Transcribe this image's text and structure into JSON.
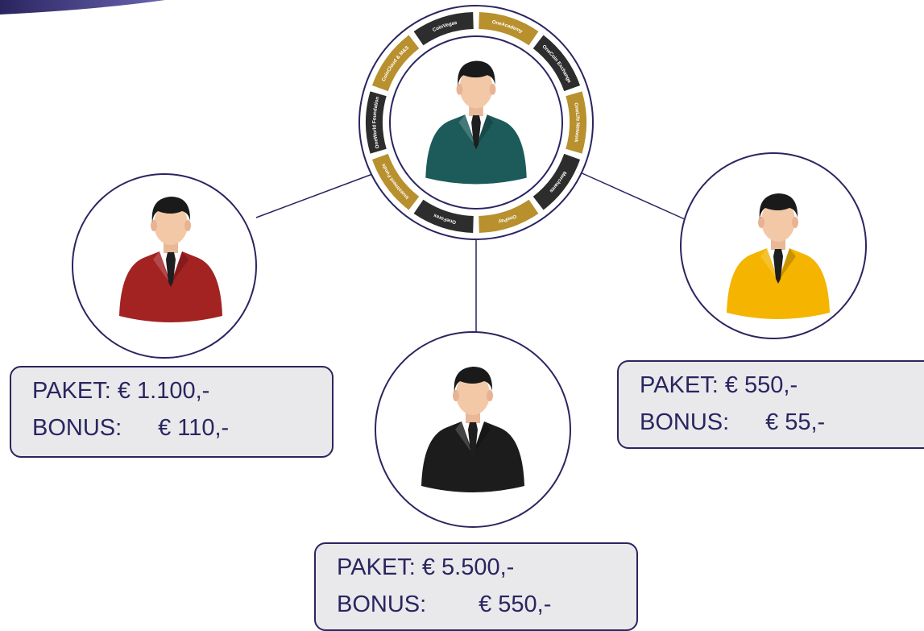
{
  "ring_segments": [
    "CoinVegas",
    "OneAcademy",
    "OneCoin Exchange",
    "OneLife Network",
    "Merchants",
    "OnePay",
    "OneForex",
    "Investment Funds",
    "OneWorld Foundation",
    "CoinCloud & M&S"
  ],
  "colors": {
    "outline": "#2a2560",
    "ring_gold": "#b8902e",
    "ring_dark": "#2d2d2d",
    "box_fill": "#e9e9ec",
    "suit_center": "#1d5b5b",
    "suit_left": "#a32222",
    "suit_bottom": "#1c1c1c",
    "suit_right": "#f4b400"
  },
  "boxes": {
    "left": {
      "paket_label": "PAKET:",
      "paket_value": "€ 1.100,-",
      "bonus_label": "BONUS:",
      "bonus_value": "€ 110,-"
    },
    "bottom": {
      "paket_label": "PAKET:",
      "paket_value": "€ 5.500,-",
      "bonus_label": "BONUS:",
      "bonus_value": "€ 550,-"
    },
    "right": {
      "paket_label": "PAKET:",
      "paket_value": "€ 550,-",
      "bonus_label": "BONUS:",
      "bonus_value": "€ 55,-"
    }
  }
}
